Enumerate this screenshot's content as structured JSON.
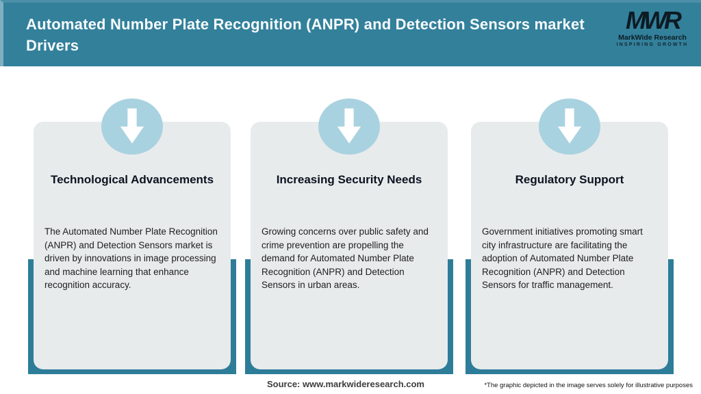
{
  "header": {
    "title_lines": [
      "Automated Number Plate Recognition (ANPR) and Detection Sensors market",
      "Drivers"
    ]
  },
  "logo": {
    "monogram": "MWR",
    "name": "MarkWide Research",
    "tagline": "INSPIRING GROWTH"
  },
  "cards": [
    {
      "icon": "down-arrow-icon",
      "title": "Technological Advancements",
      "body": "The Automated Number Plate Recognition (ANPR) and Detection Sensors market is driven by innovations in image processing and machine learning that enhance recognition accuracy."
    },
    {
      "icon": "down-arrow-icon",
      "title": "Increasing Security Needs",
      "body": "Growing concerns over public safety and crime prevention are propelling the demand for Automated Number Plate Recognition (ANPR) and Detection Sensors in urban areas."
    },
    {
      "icon": "down-arrow-icon",
      "title": "Regulatory Support",
      "body": "Government initiatives promoting smart city infrastructure are facilitating the adoption of Automated Number Plate Recognition (ANPR) and Detection Sensors for traffic management."
    }
  ],
  "footer": {
    "source": "Source: www.markwideresearch.com",
    "disclaimer": "*The graphic depicted in the image serves solely for illustrative purposes"
  },
  "colors": {
    "header_teal": "#33809b",
    "band_teal": "#2d7d99",
    "circle_blue": "#a9d2e0",
    "card_gray": "#e8ebec"
  }
}
